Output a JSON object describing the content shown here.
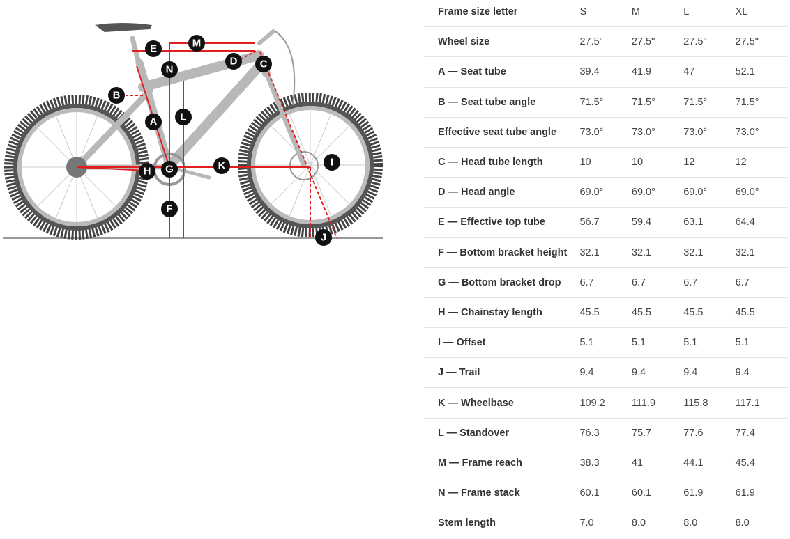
{
  "diagram": {
    "markers": [
      "A",
      "B",
      "C",
      "D",
      "E",
      "F",
      "G",
      "H",
      "I",
      "J",
      "K",
      "L",
      "M",
      "N"
    ],
    "line_color": "#e02020"
  },
  "table": {
    "header": {
      "label": "Frame size letter",
      "sizes": [
        "S",
        "M",
        "L",
        "XL"
      ]
    },
    "rows": [
      {
        "label": "Wheel size",
        "values": [
          "27.5\"",
          "27.5\"",
          "27.5\"",
          "27.5\""
        ]
      },
      {
        "label": "A — Seat tube",
        "values": [
          "39.4",
          "41.9",
          "47",
          "52.1"
        ]
      },
      {
        "label": "B — Seat tube angle",
        "values": [
          "71.5°",
          "71.5°",
          "71.5°",
          "71.5°"
        ]
      },
      {
        "label": "Effective seat tube angle",
        "values": [
          "73.0°",
          "73.0°",
          "73.0°",
          "73.0°"
        ]
      },
      {
        "label": "C — Head tube length",
        "values": [
          "10",
          "10",
          "12",
          "12"
        ]
      },
      {
        "label": "D — Head angle",
        "values": [
          "69.0°",
          "69.0°",
          "69.0°",
          "69.0°"
        ]
      },
      {
        "label": "E — Effective top tube",
        "values": [
          "56.7",
          "59.4",
          "63.1",
          "64.4"
        ]
      },
      {
        "label": "F — Bottom bracket height",
        "values": [
          "32.1",
          "32.1",
          "32.1",
          "32.1"
        ]
      },
      {
        "label": "G — Bottom bracket drop",
        "values": [
          "6.7",
          "6.7",
          "6.7",
          "6.7"
        ]
      },
      {
        "label": "H — Chainstay length",
        "values": [
          "45.5",
          "45.5",
          "45.5",
          "45.5"
        ]
      },
      {
        "label": "I — Offset",
        "values": [
          "5.1",
          "5.1",
          "5.1",
          "5.1"
        ]
      },
      {
        "label": "J — Trail",
        "values": [
          "9.4",
          "9.4",
          "9.4",
          "9.4"
        ]
      },
      {
        "label": "K — Wheelbase",
        "values": [
          "109.2",
          "111.9",
          "115.8",
          "117.1"
        ]
      },
      {
        "label": "L — Standover",
        "values": [
          "76.3",
          "75.7",
          "77.6",
          "77.4"
        ]
      },
      {
        "label": "M — Frame reach",
        "values": [
          "38.3",
          "41",
          "44.1",
          "45.4"
        ]
      },
      {
        "label": "N — Frame stack",
        "values": [
          "60.1",
          "60.1",
          "61.9",
          "61.9"
        ]
      },
      {
        "label": "Stem length",
        "values": [
          "7.0",
          "8.0",
          "8.0",
          "8.0"
        ]
      }
    ]
  }
}
